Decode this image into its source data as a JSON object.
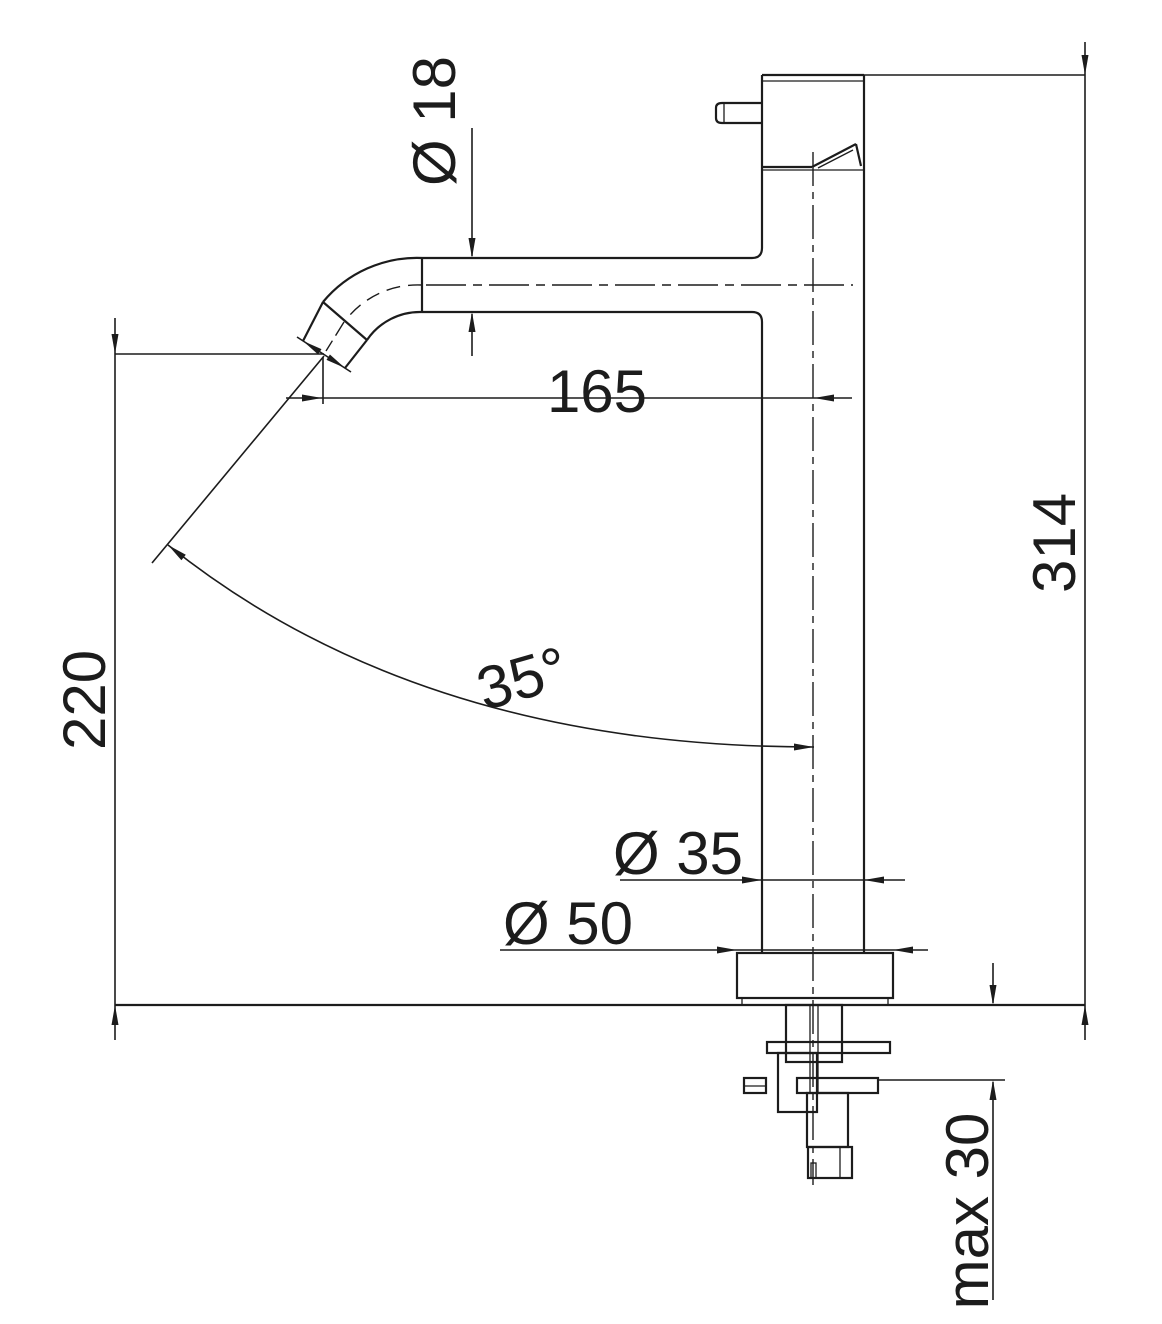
{
  "drawing": {
    "title": "single-lever tall basin mixer - dimensional drawing",
    "line_color": "#1c1c1c",
    "background_color": "#ffffff",
    "labels": {
      "spout_diameter": "Ø 18",
      "spout_reach": "165",
      "spout_height": "220",
      "total_height": "314",
      "spout_angle": "35°",
      "body_diameter": "Ø 35",
      "base_diameter": "Ø 50",
      "max_mounting_thickness": "max 30"
    }
  }
}
